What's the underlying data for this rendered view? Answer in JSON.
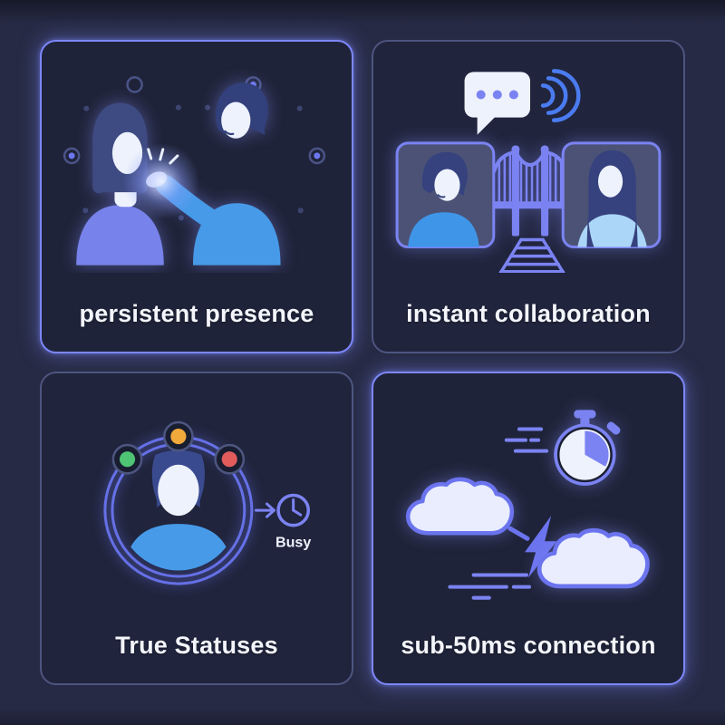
{
  "cards": [
    {
      "id": "persistent-presence",
      "caption": "persistent presence",
      "highlighted": true
    },
    {
      "id": "instant-collaboration",
      "caption": "instant collaboration",
      "highlighted": false
    },
    {
      "id": "true-statuses",
      "caption": "True Statuses",
      "highlighted": false,
      "status_label": "Busy",
      "statuses": {
        "available": "#4ec474",
        "away": "#f2a93b",
        "busy": "#e25c5c"
      }
    },
    {
      "id": "sub-50ms-connection",
      "caption": "sub-50ms connection",
      "highlighted": true
    }
  ],
  "colors": {
    "page_background": "#262a44",
    "card_background": "#20243c",
    "border_highlight": "#7d87fa",
    "border_dim": "#4e5580",
    "illustration_purple": "#7b83f2",
    "illustration_blue": "#479ae8",
    "cloud_fill": "#e9edfe",
    "caption_text": "#f3f5fb"
  }
}
